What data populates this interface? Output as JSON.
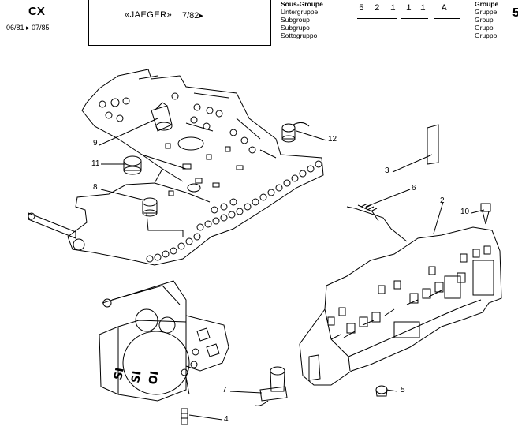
{
  "header": {
    "model": "CX",
    "dates": "06/81 ▸ 07/85",
    "brand": "«JAEGER»",
    "brand_date": "7/82▸",
    "subgroup_labels": [
      "Sous-Groupe",
      "Untergruppe",
      "Subgroup",
      "Subgrupo",
      "Sottogruppo"
    ],
    "subgroup_code": [
      "5",
      "2",
      "1",
      "1",
      "1",
      "A"
    ],
    "group_labels": [
      "Groupe",
      "Gruppe",
      "Group",
      "Grupo",
      "Gruppo"
    ],
    "page_number": "5"
  },
  "callouts": [
    "9",
    "12",
    "11",
    "8",
    "3",
    "6",
    "2",
    "10",
    "7",
    "5",
    "4"
  ]
}
